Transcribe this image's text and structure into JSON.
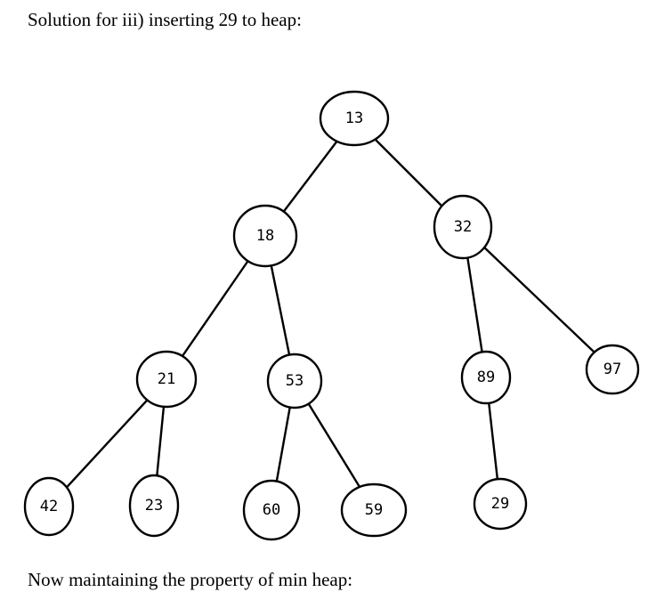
{
  "heading": "Solution for iii) inserting 29 to heap:",
  "footer": "Now maintaining the property of min heap:",
  "tree": {
    "nodes": [
      {
        "id": "n13",
        "label": "13"
      },
      {
        "id": "n18",
        "label": "18"
      },
      {
        "id": "n32",
        "label": "32"
      },
      {
        "id": "n21",
        "label": "21"
      },
      {
        "id": "n53",
        "label": "53"
      },
      {
        "id": "n89",
        "label": "89"
      },
      {
        "id": "n97",
        "label": "97"
      },
      {
        "id": "n42",
        "label": "42"
      },
      {
        "id": "n23",
        "label": "23"
      },
      {
        "id": "n60",
        "label": "60"
      },
      {
        "id": "n59",
        "label": "59"
      },
      {
        "id": "n29",
        "label": "29"
      }
    ],
    "edges": [
      [
        "n13",
        "n18"
      ],
      [
        "n13",
        "n32"
      ],
      [
        "n18",
        "n21"
      ],
      [
        "n18",
        "n53"
      ],
      [
        "n32",
        "n89"
      ],
      [
        "n32",
        "n97"
      ],
      [
        "n21",
        "n42"
      ],
      [
        "n21",
        "n23"
      ],
      [
        "n53",
        "n60"
      ],
      [
        "n53",
        "n59"
      ],
      [
        "n89",
        "n29"
      ]
    ]
  }
}
